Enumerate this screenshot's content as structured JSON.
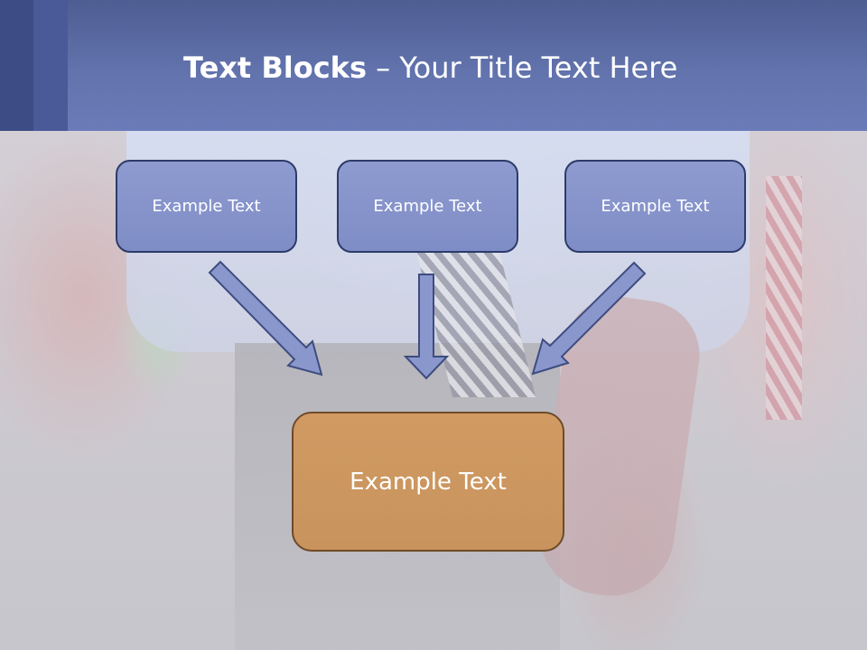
{
  "slide": {
    "title_bold": "Text Blocks",
    "title_separator": " – ",
    "title_rest": "Your Title Text Here"
  },
  "diagram": {
    "top_boxes": [
      {
        "label": "Example Text"
      },
      {
        "label": "Example Text"
      },
      {
        "label": "Example Text"
      }
    ],
    "bottom_box": {
      "label": "Example Text"
    }
  },
  "colors": {
    "header": "#6273ad",
    "top_box_fill": "#8594cb",
    "top_box_border": "#2d3b6a",
    "bottom_box_fill": "#cc965f",
    "bottom_box_border": "#6e4a28",
    "arrow_fill": "#8a97cc",
    "arrow_stroke": "#3e4c80"
  }
}
